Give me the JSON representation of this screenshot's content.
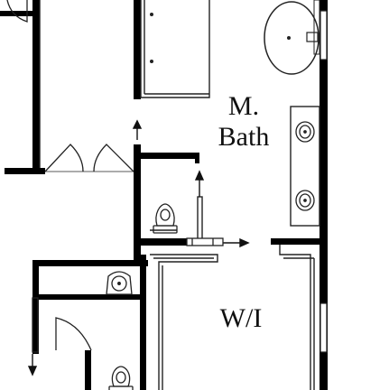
{
  "rooms": {
    "master_bath": {
      "line1": "M.",
      "line2": "Bath"
    },
    "walk_in_closet": {
      "label": "W/I"
    }
  },
  "colors": {
    "wall": "#000000",
    "line": "#222222",
    "background": "#ffffff"
  },
  "fixtures": [
    "bathtub",
    "vanity-sink",
    "vanity-sink",
    "toilet",
    "toilet",
    "pedestal-sink",
    "shower-stall"
  ]
}
